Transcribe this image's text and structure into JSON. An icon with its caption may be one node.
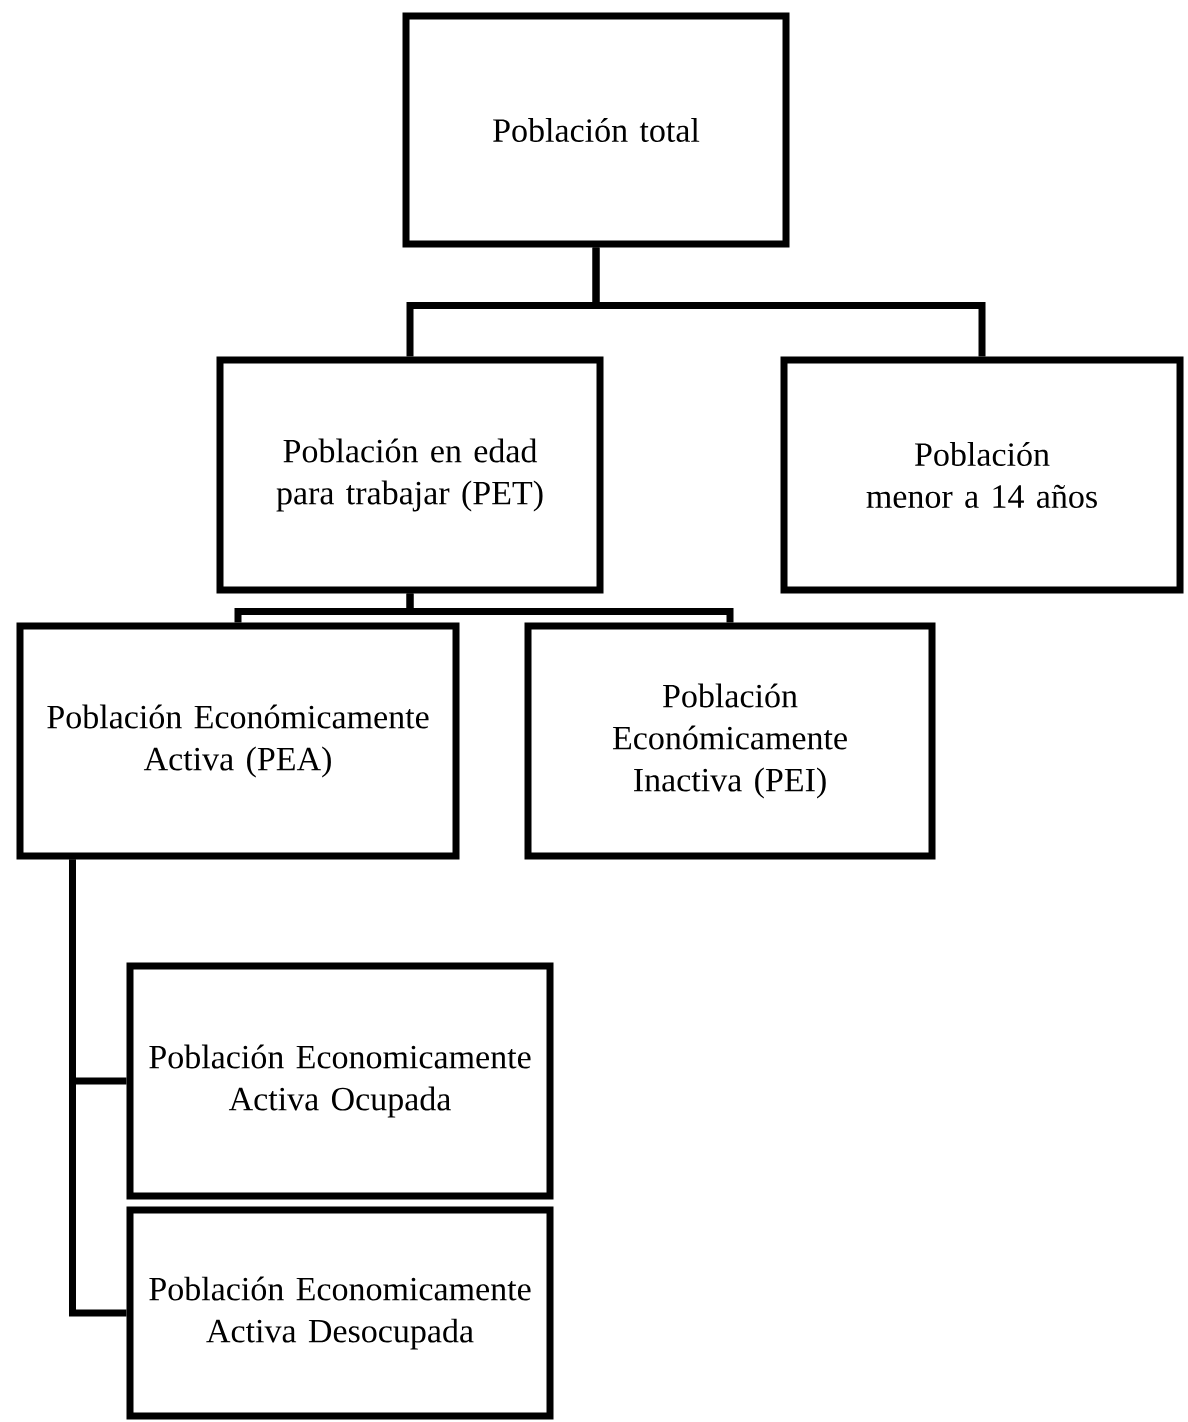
{
  "diagram": {
    "nodes": [
      {
        "text": [
          "Población total"
        ]
      },
      {
        "text": [
          "Población en edad para trabajar (PET)"
        ]
      },
      {
        "text": [
          "Población menor a 14 años"
        ]
      },
      {
        "text": [
          "Población Económicamente Activa (PEA)"
        ]
      },
      {
        "text": [
          "Población Económicamente Inactiva (PEI)"
        ]
      },
      {
        "text": [
          "Población Economicamente Activa Ocupada"
        ]
      },
      {
        "text": [
          "Población Economicamente Activa Desocupada"
        ]
      }
    ],
    "edges": [
      {
        "from": 0,
        "to": 1,
        "arrow": "none"
      },
      {
        "from": 0,
        "to": 2,
        "arrow": "none"
      },
      {
        "from": 1,
        "to": 3,
        "arrow": "none"
      },
      {
        "from": 1,
        "to": 4,
        "arrow": "none"
      },
      {
        "from": 3,
        "to": 5,
        "arrow": "none"
      },
      {
        "from": 3,
        "to": 6,
        "arrow": "none"
      }
    ]
  }
}
